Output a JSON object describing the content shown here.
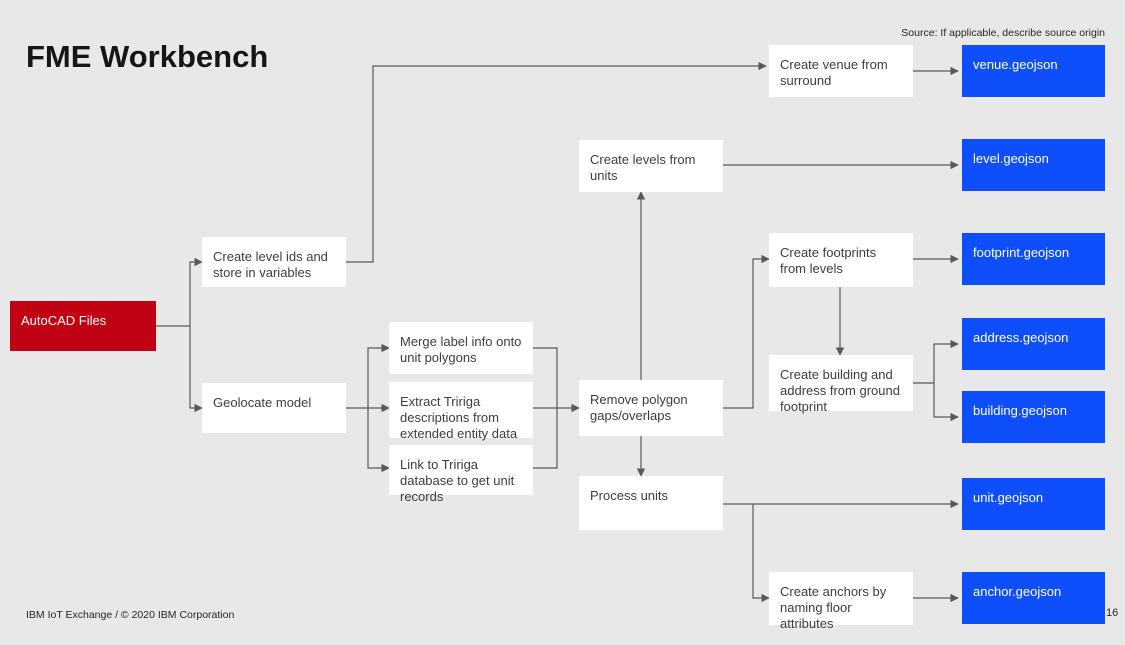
{
  "slide": {
    "title": "FME Workbench",
    "source_note": "Source:  If applicable, describe source origin",
    "footer": "IBM IoT Exchange / © 2020 IBM Corporation",
    "page_number": "16",
    "background_color": "#e8e8e8"
  },
  "colors": {
    "source_red": "#c00013",
    "output_blue": "#0f4ffb",
    "process_white": "#ffffff",
    "connector_gray": "#595959",
    "text_dark": "#3d3d3d"
  },
  "diagram": {
    "type": "flowchart",
    "source_nodes": [
      {
        "id": "autocad",
        "label": "AutoCAD Files",
        "kind": "source"
      }
    ],
    "process_nodes": [
      {
        "id": "create-level-ids",
        "label": "Create level ids and store in variables",
        "kind": "process"
      },
      {
        "id": "geolocate-model",
        "label": "Geolocate model",
        "kind": "process"
      },
      {
        "id": "merge-label-info",
        "label": "Merge label info onto unit polygons",
        "kind": "process"
      },
      {
        "id": "extract-tririga",
        "label": "Extract Tririga descriptions from extended entity data",
        "kind": "process"
      },
      {
        "id": "link-tririga",
        "label": "Link to Tririga database to get unit records",
        "kind": "process"
      },
      {
        "id": "create-levels-from-units",
        "label": "Create levels from units",
        "kind": "process"
      },
      {
        "id": "remove-polygon-gaps",
        "label": "Remove polygon gaps/overlaps",
        "kind": "process"
      },
      {
        "id": "process-units",
        "label": "Process units",
        "kind": "process"
      },
      {
        "id": "create-venue",
        "label": "Create venue from surround",
        "kind": "process"
      },
      {
        "id": "create-footprints",
        "label": "Create footprints from levels",
        "kind": "process"
      },
      {
        "id": "create-building-address",
        "label": "Create building and address from ground footprint",
        "kind": "process"
      },
      {
        "id": "create-anchors",
        "label": "Create anchors by naming floor attributes",
        "kind": "process"
      }
    ],
    "output_nodes": [
      {
        "id": "venue-geojson",
        "label": "venue.geojson",
        "kind": "output"
      },
      {
        "id": "level-geojson",
        "label": "level.geojson",
        "kind": "output"
      },
      {
        "id": "footprint-geojson",
        "label": "footprint.geojson",
        "kind": "output"
      },
      {
        "id": "address-geojson",
        "label": "address.geojson",
        "kind": "output"
      },
      {
        "id": "building-geojson",
        "label": "building.geojson",
        "kind": "output"
      },
      {
        "id": "unit-geojson",
        "label": "unit.geojson",
        "kind": "output"
      },
      {
        "id": "anchor-geojson",
        "label": "anchor.geojson",
        "kind": "output"
      }
    ],
    "edges": [
      {
        "from": "autocad",
        "to": "create-level-ids"
      },
      {
        "from": "autocad",
        "to": "geolocate-model"
      },
      {
        "from": "create-level-ids",
        "to": "create-venue"
      },
      {
        "from": "geolocate-model",
        "to": "merge-label-info"
      },
      {
        "from": "geolocate-model",
        "to": "extract-tririga"
      },
      {
        "from": "geolocate-model",
        "to": "link-tririga"
      },
      {
        "from": "merge-label-info",
        "to": "remove-polygon-gaps"
      },
      {
        "from": "extract-tririga",
        "to": "remove-polygon-gaps"
      },
      {
        "from": "link-tririga",
        "to": "remove-polygon-gaps"
      },
      {
        "from": "remove-polygon-gaps",
        "to": "create-levels-from-units"
      },
      {
        "from": "remove-polygon-gaps",
        "to": "process-units"
      },
      {
        "from": "remove-polygon-gaps",
        "to": "create-footprints"
      },
      {
        "from": "create-levels-from-units",
        "to": "level-geojson"
      },
      {
        "from": "create-venue",
        "to": "venue-geojson"
      },
      {
        "from": "create-footprints",
        "to": "footprint-geojson"
      },
      {
        "from": "create-footprints",
        "to": "create-building-address"
      },
      {
        "from": "create-building-address",
        "to": "address-geojson"
      },
      {
        "from": "create-building-address",
        "to": "building-geojson"
      },
      {
        "from": "process-units",
        "to": "unit-geojson"
      },
      {
        "from": "process-units",
        "to": "create-anchors"
      },
      {
        "from": "create-anchors",
        "to": "anchor-geojson"
      }
    ]
  }
}
